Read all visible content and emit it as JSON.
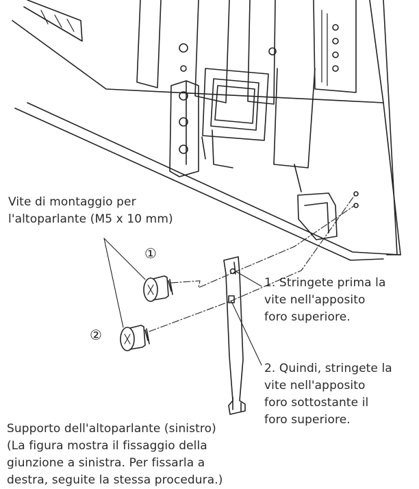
{
  "screw_label": {
    "lines": [
      "Vite di montaggio per",
      "l'altoparlante (M5 x 10 mm)"
    ]
  },
  "markers": {
    "one": "①",
    "two": "②"
  },
  "steps": [
    {
      "lines": [
        "1. Stringete prima la",
        "vite nell'apposito",
        "foro superiore."
      ]
    },
    {
      "lines": [
        "2. Quindi, stringete la",
        "vite nell'apposito",
        "foro sottostante il",
        "foro superiore."
      ]
    }
  ],
  "bracket_caption": {
    "lines": [
      "Supporto dell'altoparlante (sinistro)",
      "(La figura mostra il fissaggio della",
      "giunzione a sinistra. Per fissarla a",
      "destra, seguite la stessa procedura.)"
    ]
  }
}
